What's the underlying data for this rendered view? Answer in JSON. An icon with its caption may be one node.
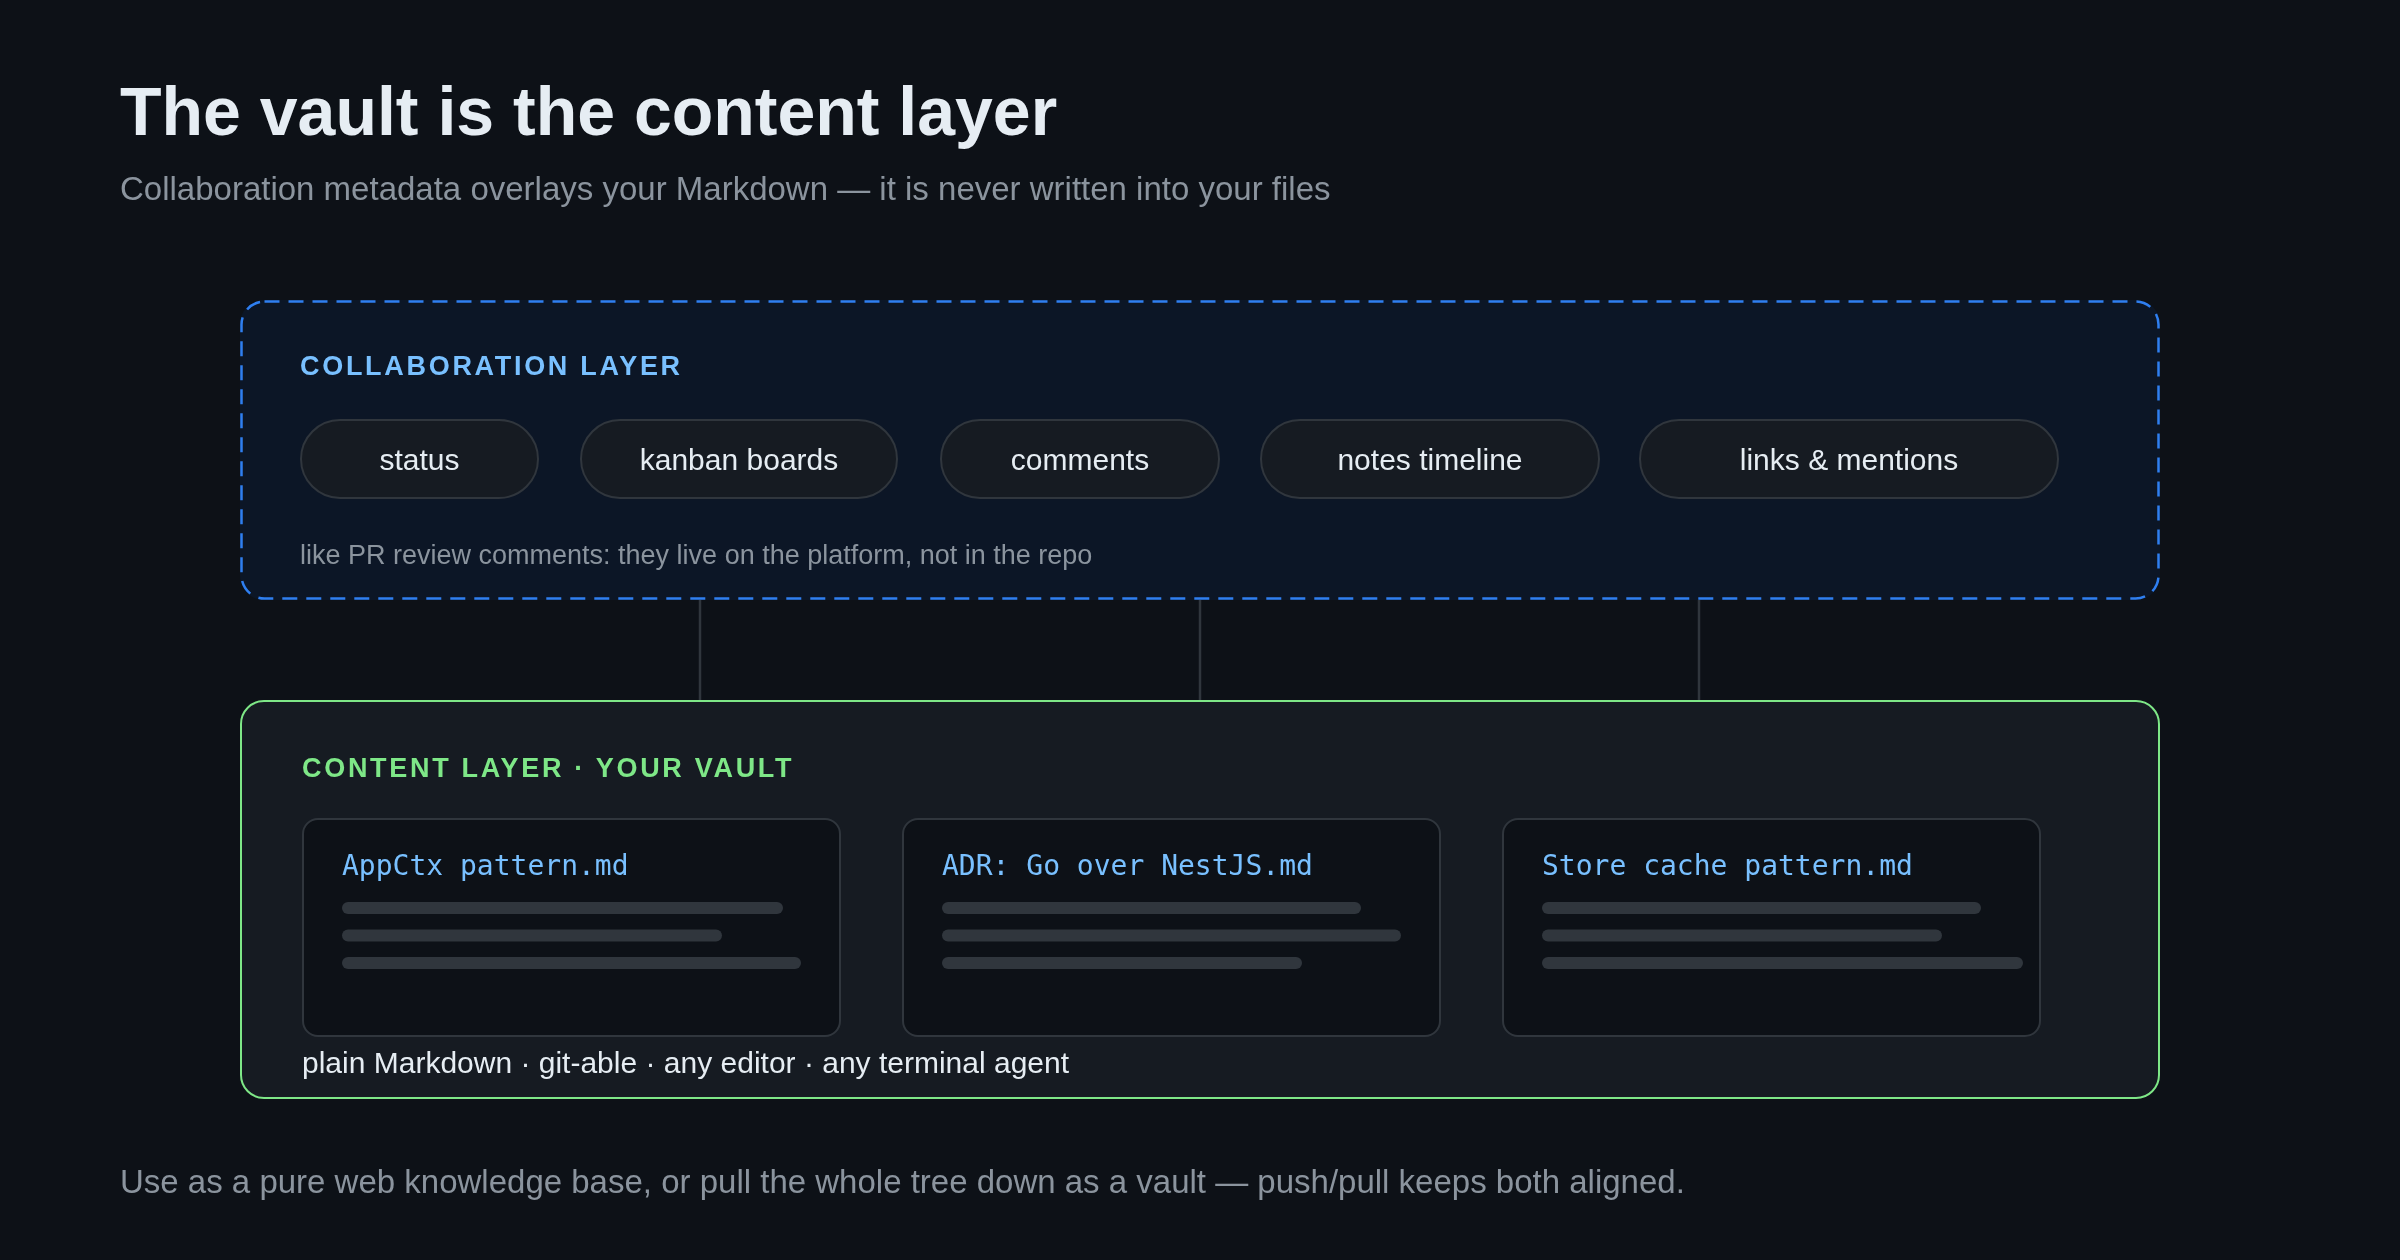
{
  "diagram": {
    "title": "The vault is the content layer",
    "nodes": [
      {
        "text": [
          "COLLABORATION LAYER",
          "like PR review comments: they live on the platform, not in the repo"
        ]
      },
      {
        "text": [
          "status"
        ],
        "in": 0
      },
      {
        "text": [
          "kanban boards"
        ],
        "in": 0
      },
      {
        "text": [
          "comments"
        ],
        "in": 0
      },
      {
        "text": [
          "notes timeline"
        ],
        "in": 0
      },
      {
        "text": [
          "links & mentions"
        ],
        "in": 0
      },
      {
        "text": [
          "CONTENT LAYER · YOUR VAULT",
          "plain Markdown · git-able · any editor · any terminal agent"
        ]
      },
      {
        "text": [
          "AppCtx pattern.md"
        ],
        "in": 6
      },
      {
        "text": [
          "ADR: Go over NestJS.md"
        ],
        "in": 6
      },
      {
        "text": [
          "Store cache pattern.md"
        ],
        "in": 6
      }
    ],
    "edges": [
      {
        "from": 0,
        "to": 6,
        "arrow": "none"
      },
      {
        "from": 0,
        "to": 6,
        "arrow": "none"
      },
      {
        "from": 0,
        "to": 6,
        "arrow": "none"
      }
    ],
    "labels": [
      "Collaboration metadata overlays your Markdown — it is never written into your files"
    ],
    "caption": "Use as a pure web knowledge base, or pull the whole tree down as a vault — push/pull keeps both aligned."
  }
}
